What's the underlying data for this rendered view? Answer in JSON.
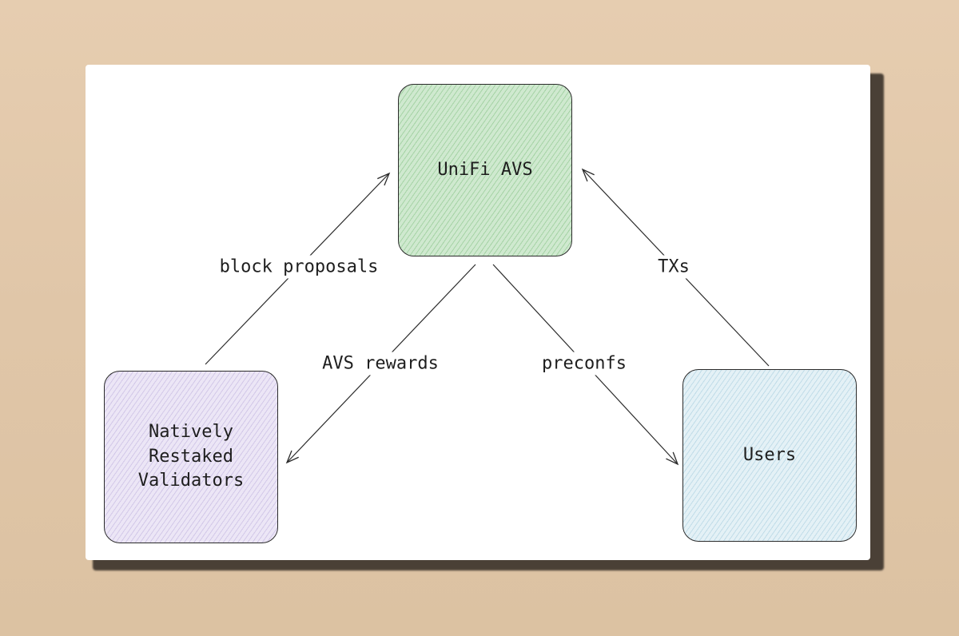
{
  "diagram": {
    "nodes": {
      "unifi": {
        "label": "UniFi AVS",
        "color": "#cfe9cf"
      },
      "validators": {
        "label": "Natively\nRestaked\nValidators",
        "color": "#ece6f6"
      },
      "users": {
        "label": "Users",
        "color": "#e4f1f6"
      }
    },
    "edges": {
      "block_proposals": {
        "label": "block proposals",
        "from": "validators",
        "to": "unifi"
      },
      "avs_rewards": {
        "label": "AVS rewards",
        "from": "unifi",
        "to": "validators"
      },
      "preconfs": {
        "label": "preconfs",
        "from": "unifi",
        "to": "users"
      },
      "txs": {
        "label": "TXs",
        "from": "users",
        "to": "unifi"
      }
    }
  }
}
